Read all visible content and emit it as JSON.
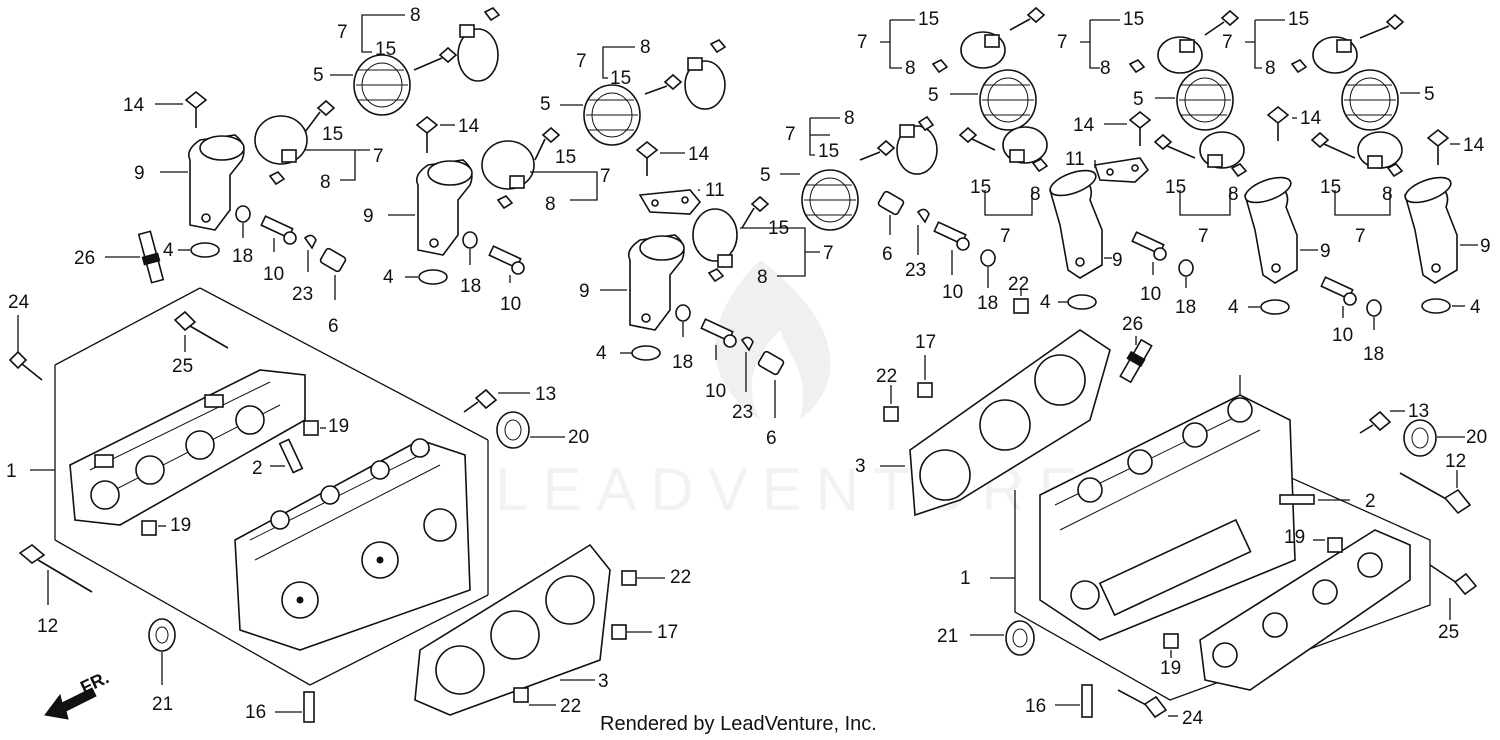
{
  "watermark": "LEADVENTURE",
  "footer": "Rendered by LeadVenture, Inc.",
  "direction_label": "FR.",
  "callouts": {
    "p1": "1",
    "p2": "2",
    "p3": "3",
    "p4": "4",
    "p5": "5",
    "p6": "6",
    "p7": "7",
    "p8": "8",
    "p9": "9",
    "p10": "10",
    "p11": "11",
    "p12": "12",
    "p13": "13",
    "p14": "14",
    "p15": "15",
    "p16": "16",
    "p17": "17",
    "p18": "18",
    "p19": "19",
    "p20": "20",
    "p21": "21",
    "p22": "22",
    "p23": "23",
    "p24": "24",
    "p25": "25",
    "p26": "26"
  }
}
